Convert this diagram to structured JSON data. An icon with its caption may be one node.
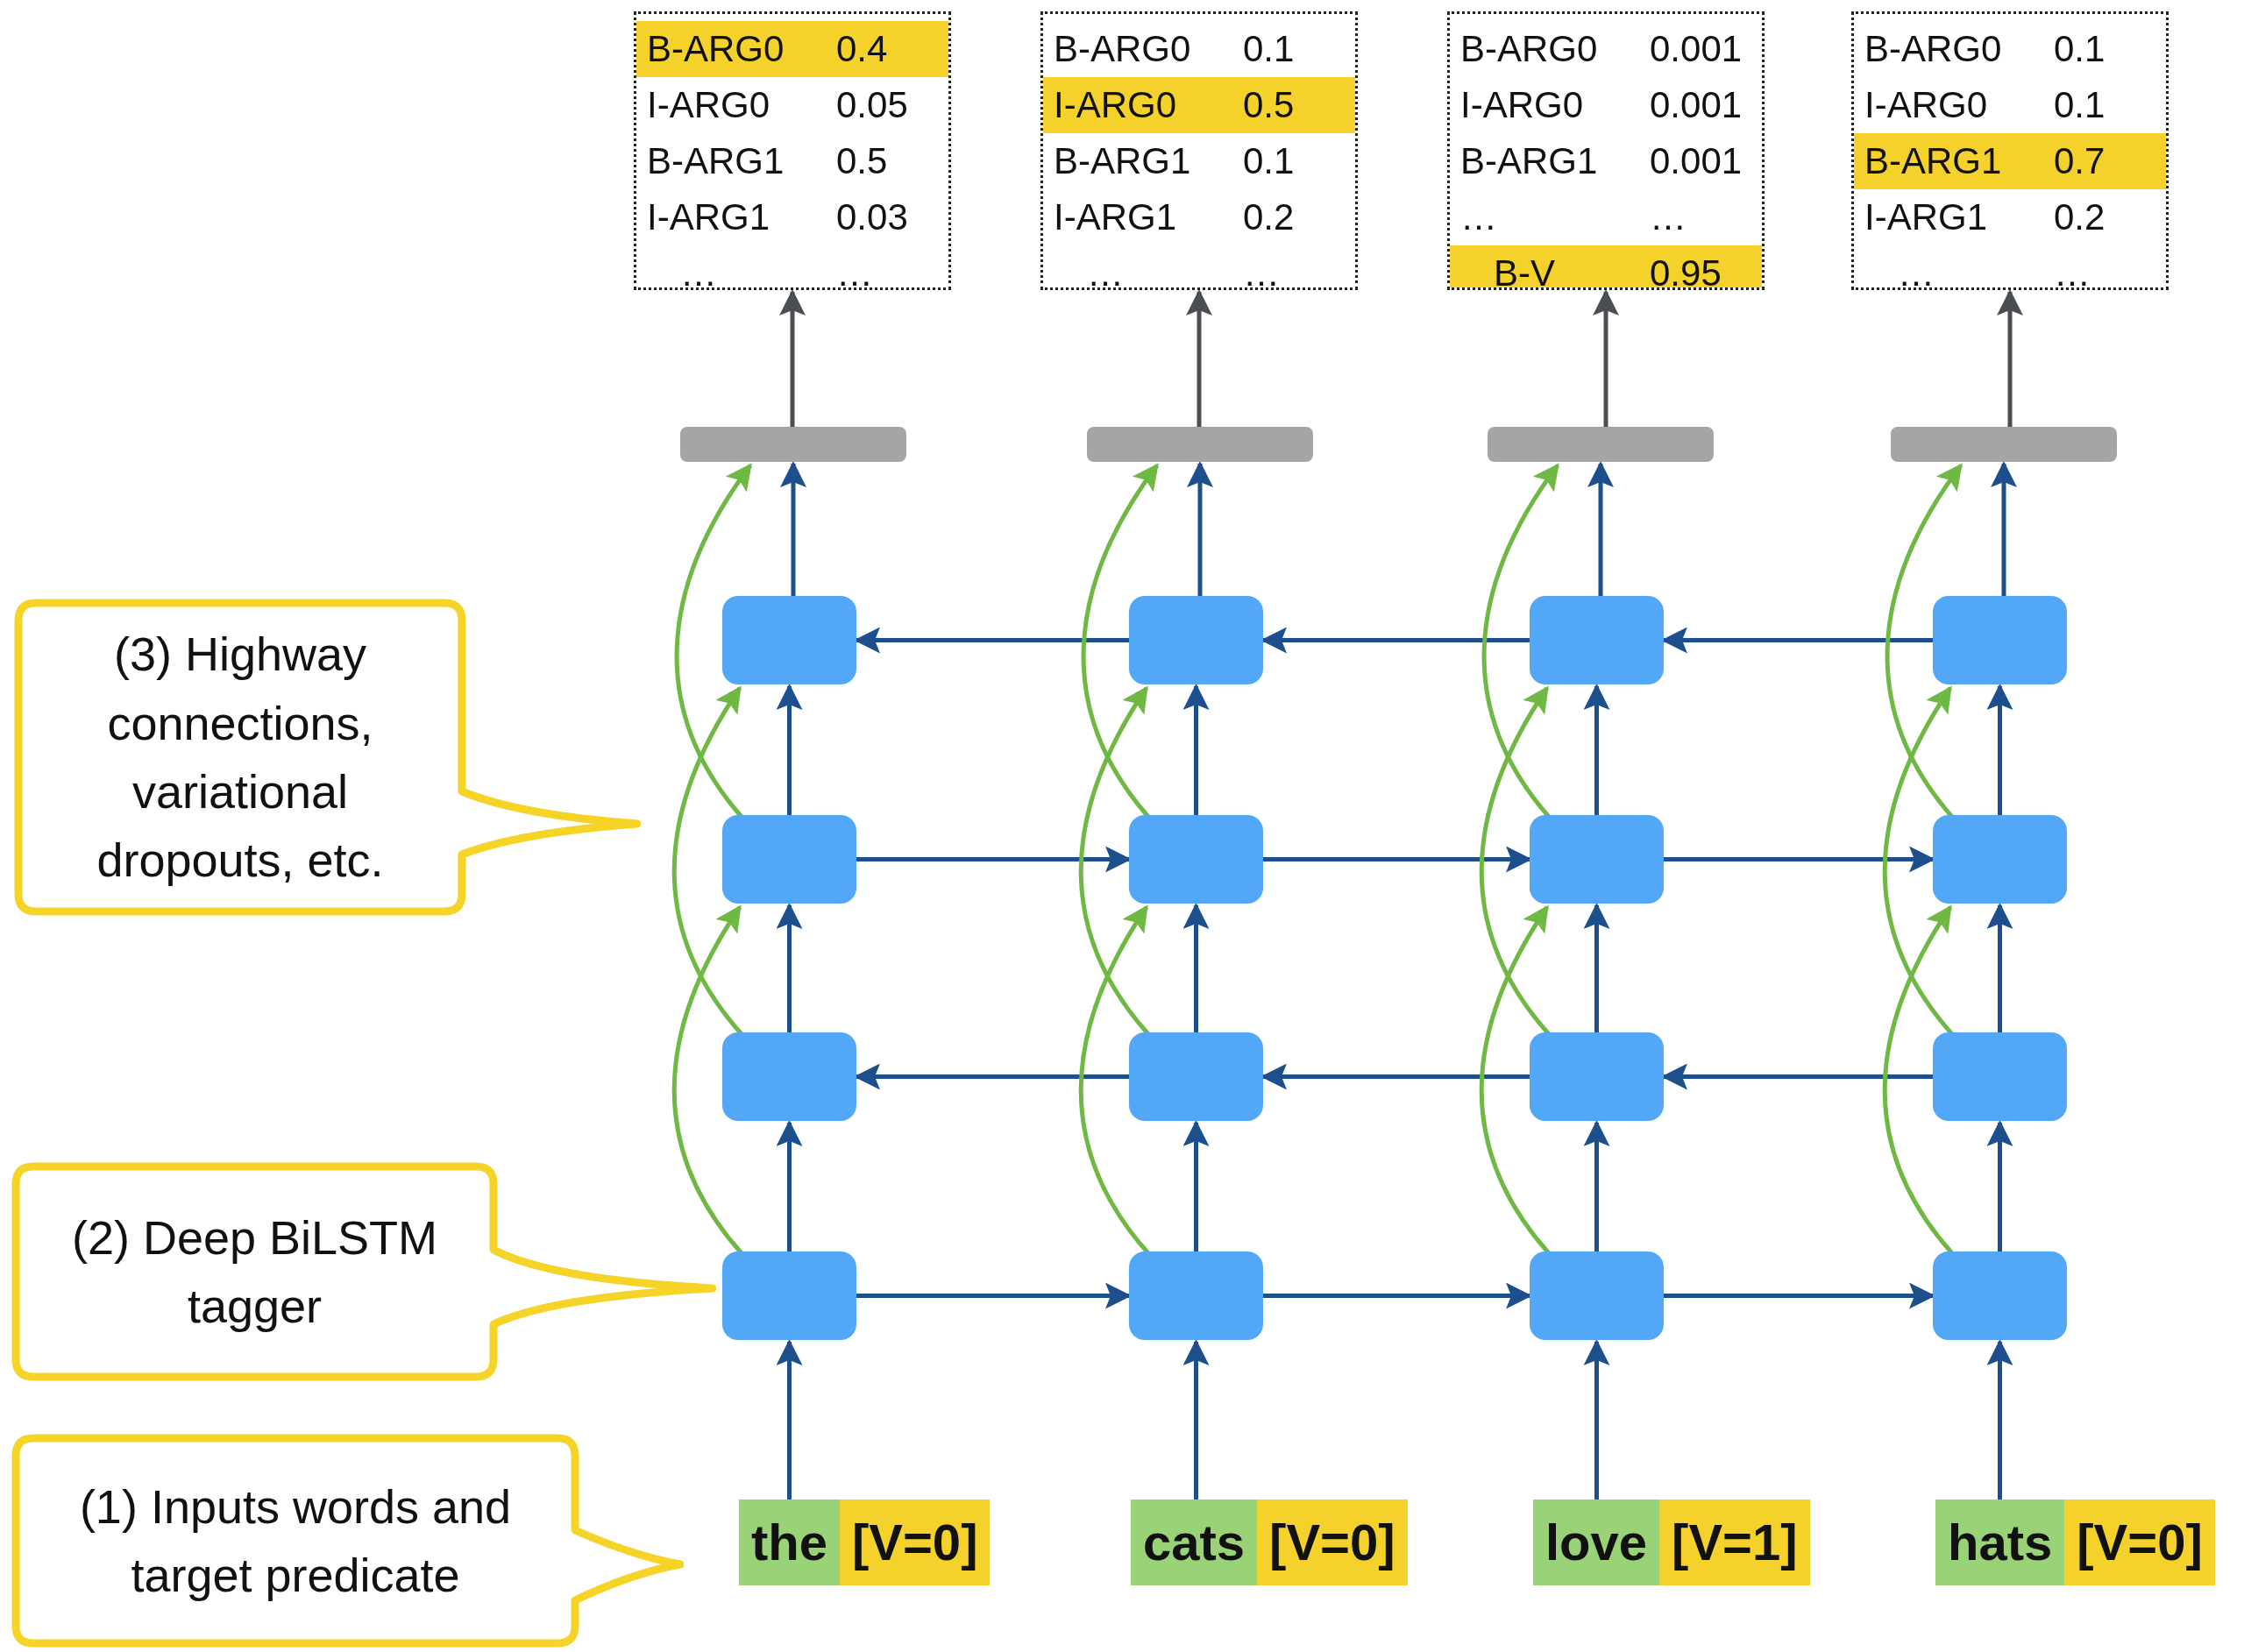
{
  "diagram": {
    "nodes": [
      {
        "text": [
          "B-ARG0",
          "0.4",
          "I-ARG0",
          "0.05",
          "B-ARG1",
          "0.5",
          "I-ARG1",
          "0.03",
          "…",
          "…"
        ]
      },
      {
        "text": [
          "B-ARG0",
          "0.1",
          "I-ARG0",
          "0.5",
          "B-ARG1",
          "0.1",
          "I-ARG1",
          "0.2",
          "…",
          "…"
        ]
      },
      {
        "text": [
          "B-ARG0",
          "0.001",
          "I-ARG0",
          "0.001",
          "B-ARG1",
          "0.001",
          "…",
          "…",
          "B-V",
          "0.95"
        ]
      },
      {
        "text": [
          "B-ARG0",
          "0.1",
          "I-ARG0",
          "0.1",
          "B-ARG1",
          "0.7",
          "I-ARG1",
          "0.2",
          "…",
          "…"
        ]
      },
      {
        "text": [],
        "shape": "bar"
      },
      {
        "text": [],
        "shape": "bar"
      },
      {
        "text": [],
        "shape": "bar"
      },
      {
        "text": [],
        "shape": "bar"
      },
      {
        "text": [],
        "shape": "box"
      },
      {
        "text": [],
        "shape": "box"
      },
      {
        "text": [],
        "shape": "box"
      },
      {
        "text": [],
        "shape": "box"
      },
      {
        "text": [],
        "shape": "box"
      },
      {
        "text": [],
        "shape": "box"
      },
      {
        "text": [],
        "shape": "box"
      },
      {
        "text": [],
        "shape": "box"
      },
      {
        "text": [],
        "shape": "box"
      },
      {
        "text": [],
        "shape": "box"
      },
      {
        "text": [],
        "shape": "box"
      },
      {
        "text": [],
        "shape": "box"
      },
      {
        "text": [],
        "shape": "box"
      },
      {
        "text": [],
        "shape": "box"
      },
      {
        "text": [],
        "shape": "box"
      },
      {
        "text": [],
        "shape": "box"
      },
      {
        "text": [
          "(3) Highway connections, variational dropouts, etc."
        ]
      },
      {
        "text": [
          "(2) Deep BiLSTM tagger"
        ]
      },
      {
        "text": [
          "(1) Inputs words and target predicate"
        ]
      },
      {
        "text": [
          "the",
          "[V=0]"
        ]
      },
      {
        "text": [
          "cats",
          "[V=0]"
        ]
      },
      {
        "text": [
          "love",
          "[V=1]"
        ]
      },
      {
        "text": [
          "hats",
          "[V=0]"
        ]
      }
    ],
    "edges": [
      {
        "from": 4,
        "to": 0,
        "arrow": "to",
        "color": "#4a4d52"
      },
      {
        "from": 5,
        "to": 1,
        "arrow": "to",
        "color": "#4a4d52"
      },
      {
        "from": 6,
        "to": 2,
        "arrow": "to",
        "color": "#4a4d52"
      },
      {
        "from": 7,
        "to": 3,
        "arrow": "to",
        "color": "#4a4d52"
      },
      {
        "from": 27,
        "to": 20,
        "arrow": "to"
      },
      {
        "from": 28,
        "to": 21,
        "arrow": "to"
      },
      {
        "from": 29,
        "to": 22,
        "arrow": "to"
      },
      {
        "from": 30,
        "to": 23,
        "arrow": "to"
      },
      {
        "from": 20,
        "to": 16,
        "arrow": "to"
      },
      {
        "from": 21,
        "to": 17,
        "arrow": "to"
      },
      {
        "from": 22,
        "to": 18,
        "arrow": "to"
      },
      {
        "from": 23,
        "to": 19,
        "arrow": "to"
      },
      {
        "from": 16,
        "to": 12,
        "arrow": "to"
      },
      {
        "from": 17,
        "to": 13,
        "arrow": "to"
      },
      {
        "from": 18,
        "to": 14,
        "arrow": "to"
      },
      {
        "from": 19,
        "to": 15,
        "arrow": "to"
      },
      {
        "from": 12,
        "to": 8,
        "arrow": "to"
      },
      {
        "from": 13,
        "to": 9,
        "arrow": "to"
      },
      {
        "from": 14,
        "to": 10,
        "arrow": "to"
      },
      {
        "from": 15,
        "to": 11,
        "arrow": "to"
      },
      {
        "from": 8,
        "to": 4,
        "arrow": "to"
      },
      {
        "from": 9,
        "to": 5,
        "arrow": "to"
      },
      {
        "from": 10,
        "to": 6,
        "arrow": "to"
      },
      {
        "from": 11,
        "to": 7,
        "arrow": "to"
      },
      {
        "from": 20,
        "to": 21,
        "arrow": "to"
      },
      {
        "from": 21,
        "to": 22,
        "arrow": "to"
      },
      {
        "from": 22,
        "to": 23,
        "arrow": "to"
      },
      {
        "from": 19,
        "to": 18,
        "arrow": "to"
      },
      {
        "from": 18,
        "to": 17,
        "arrow": "to"
      },
      {
        "from": 17,
        "to": 16,
        "arrow": "to"
      },
      {
        "from": 12,
        "to": 13,
        "arrow": "to"
      },
      {
        "from": 13,
        "to": 14,
        "arrow": "to"
      },
      {
        "from": 14,
        "to": 15,
        "arrow": "to"
      },
      {
        "from": 11,
        "to": 10,
        "arrow": "to"
      },
      {
        "from": 10,
        "to": 9,
        "arrow": "to"
      },
      {
        "from": 9,
        "to": 8,
        "arrow": "to"
      },
      {
        "from": 20,
        "to": 12,
        "arrow": "to",
        "color": "#6fb843"
      },
      {
        "from": 21,
        "to": 13,
        "arrow": "to",
        "color": "#6fb843"
      },
      {
        "from": 22,
        "to": 14,
        "arrow": "to",
        "color": "#6fb843"
      },
      {
        "from": 23,
        "to": 15,
        "arrow": "to",
        "color": "#6fb843"
      },
      {
        "from": 16,
        "to": 8,
        "arrow": "to",
        "color": "#6fb843"
      },
      {
        "from": 17,
        "to": 9,
        "arrow": "to",
        "color": "#6fb843"
      },
      {
        "from": 18,
        "to": 10,
        "arrow": "to",
        "color": "#6fb843"
      },
      {
        "from": 19,
        "to": 11,
        "arrow": "to",
        "color": "#6fb843"
      },
      {
        "from": 12,
        "to": 4,
        "arrow": "to",
        "color": "#6fb843"
      },
      {
        "from": 13,
        "to": 5,
        "arrow": "to",
        "color": "#6fb843"
      },
      {
        "from": 14,
        "to": 6,
        "arrow": "to",
        "color": "#6fb843"
      },
      {
        "from": 15,
        "to": 7,
        "arrow": "to",
        "color": "#6fb843"
      }
    ]
  }
}
